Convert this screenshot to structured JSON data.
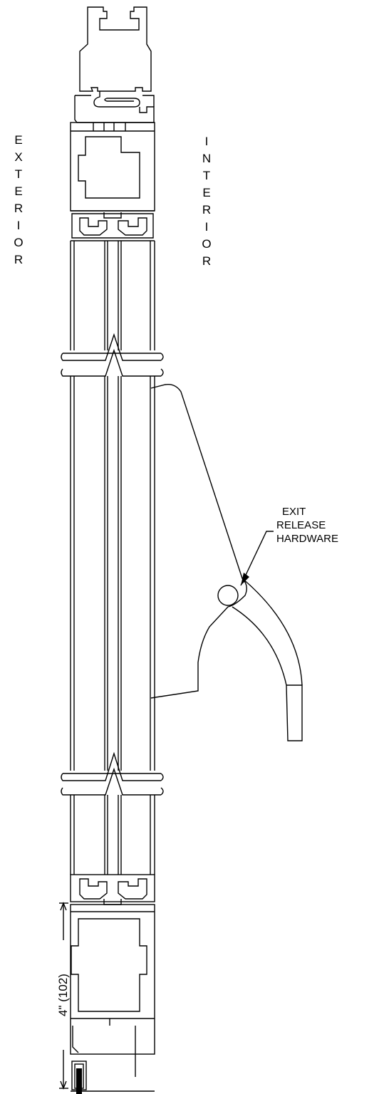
{
  "labels": {
    "exterior": "EXTERIOR",
    "interior": "INTERIOR"
  },
  "callout": {
    "line1": "EXIT",
    "line2": "RELEASE",
    "line3": "HARDWARE"
  },
  "dimension": {
    "text": "4\" (102)"
  },
  "colors": {
    "line": "#000000",
    "background": "#ffffff"
  }
}
